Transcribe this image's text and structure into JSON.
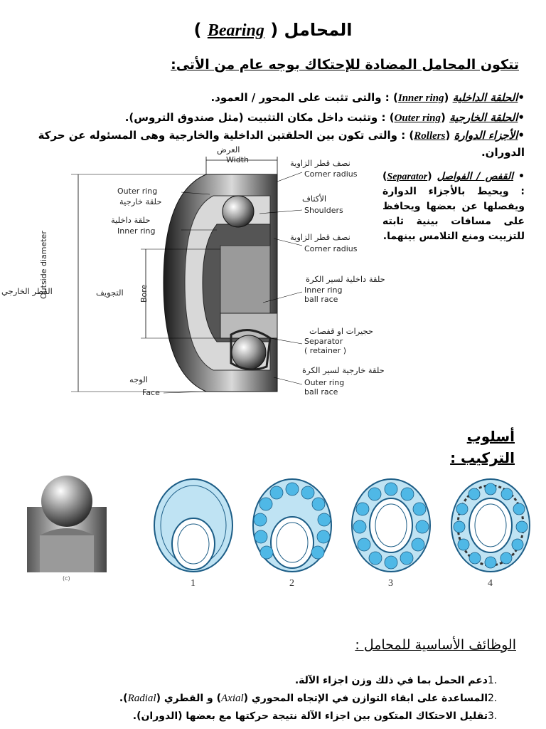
{
  "title": {
    "arabic": "المحامل",
    "english": "Bearing"
  },
  "subtitle": "تتكون المحامل المضادة للإحتكاك بوجه عام من الأتى:",
  "components": [
    {
      "arabic": "الحلقة الداخلية",
      "english": "Inner ring",
      "desc": "والتى تثبت على المحور / العمود."
    },
    {
      "arabic": "الحلقة الخارجية",
      "english": "Outer ring",
      "desc": "وتثبت داخل مكان التثبيت (مثل صندوق التروس)."
    },
    {
      "arabic": "الأجزاء الدوارة",
      "english": "Rollers",
      "desc": "والتى تكون بين الحلقتين الداخلية والخارجية وهى المسئوله عن حركة",
      "desc2": "الدوران."
    }
  ],
  "separator": {
    "arabic": "القفص / الفواصل",
    "english": "Separator",
    "desc": "ويحيط بالأجزاء الدوارة ويفصلها عن بعضها ويحافظ على مسافات بينية ثابته للتزييت ومنع التلامس بينهما."
  },
  "diagram": {
    "width_en": "Width",
    "width_ar": "العرض",
    "corner_radius_en": "Corner radius",
    "corner_radius_ar": "نصف قطر الزاوية",
    "outer_ring_en": "Outer ring",
    "outer_ring_ar": "حلقة خارجية",
    "inner_ring_en": "Inner ring",
    "inner_ring_ar": "حلقة داخلية",
    "shoulders_en": "Shoulders",
    "shoulders_ar": "الأكتاف",
    "corner_radius2_en": "Corner radius",
    "corner_radius2_ar": "نصف قطر الزاوية",
    "outside_diameter_en": "Outside diameter",
    "outside_diameter_ar": "القطر الخارجي",
    "bore_en": "Bore",
    "bore_ar": "التجويف",
    "inner_race_en1": "Inner ring",
    "inner_race_en2": "ball race",
    "inner_race_ar": "حلقة داخلية لسير الكرة",
    "separator_en1": "Separator",
    "separator_en2": "( retainer )",
    "separator_ar": "حجيرات او قفصات",
    "outer_race_en1": "Outer ring",
    "outer_race_en2": "ball race",
    "outer_race_ar": "حلقة خارجية لسير الكرة",
    "face_en": "Face",
    "face_ar": "الوجه"
  },
  "installation": {
    "line1": "أسلوب",
    "line2": "التركيب :"
  },
  "install_steps": [
    "1",
    "2",
    "3",
    "4"
  ],
  "caption_small": "(c)",
  "functions_title": "الوظائف الأساسية للمحامل :",
  "functions": [
    {
      "num": ".1",
      "text": "دعم الحمل بما في ذلك وزن اجزاء الآلة."
    },
    {
      "num": ".2",
      "pre": "المساعدة على ابقاء التوازن في الإتجاه المحوري (",
      "en1": "Axial",
      "mid": ") و القطري (",
      "en2": "Radial",
      "post": ")."
    },
    {
      "num": ".3",
      "text": "تقليل الاحتكاك المتكون بين اجزاء الآلة نتيجة حركتها مع بعضها (الدوران)."
    }
  ],
  "colors": {
    "ring_fill": "#bfe3f3",
    "ring_stroke": "#1c5d86",
    "ball": "#4fb8e6",
    "metal_dark": "#2b2b2b"
  }
}
